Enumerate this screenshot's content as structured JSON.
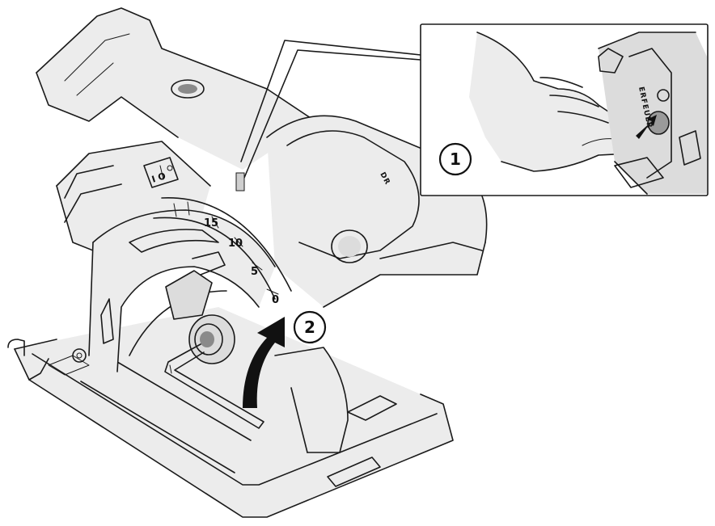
{
  "steps": [
    {
      "label": "1"
    },
    {
      "label": "2"
    }
  ],
  "bevel_scale": {
    "ticks": [
      "0",
      "5",
      "10",
      "15"
    ]
  },
  "switch": {
    "label": "I O"
  },
  "brand": {
    "inset_text": "ERFEUER",
    "main_text": "DR"
  },
  "colors": {
    "line": "#1a1a1a",
    "shade": "#ececec",
    "background": "#ffffff"
  },
  "icons": [
    "arrow-icon",
    "curved-arrow-icon",
    "allen-key-icon",
    "power-switch-icon"
  ]
}
